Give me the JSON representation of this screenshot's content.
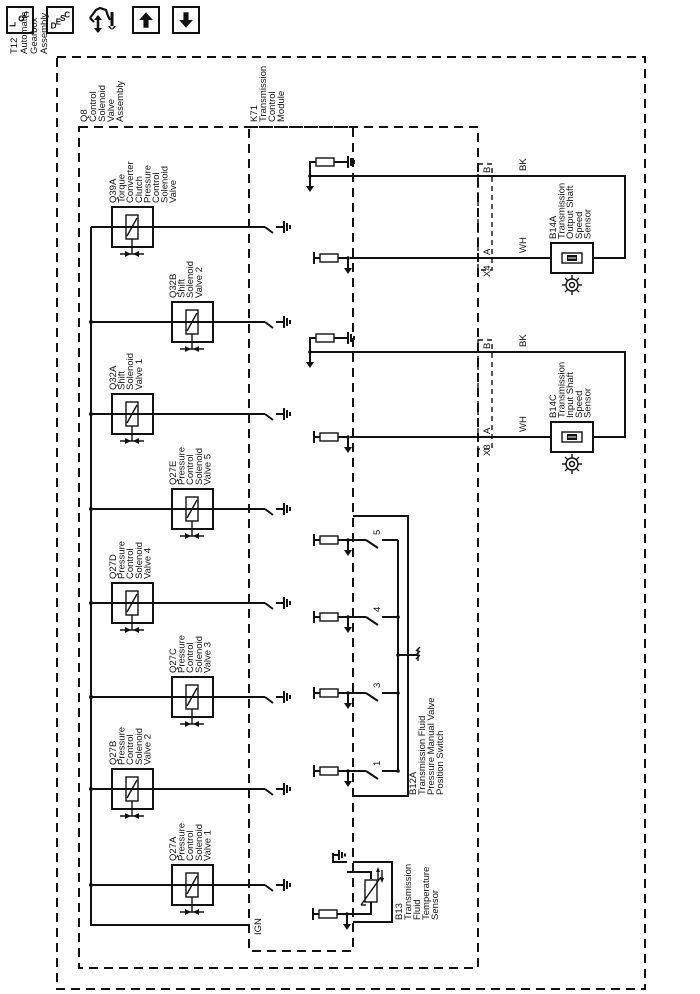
{
  "toolbar": {
    "buttons": [
      {
        "name": "loc-button",
        "label": "LOC",
        "icon": "location-icon"
      },
      {
        "name": "desc-button",
        "label": "DESC",
        "icon": "description-icon"
      },
      {
        "name": "connector-button",
        "label": "",
        "icon": "connector-wrench-icon"
      },
      {
        "name": "up-button",
        "label": "",
        "icon": "arrow-up-icon"
      },
      {
        "name": "down-button",
        "label": "",
        "icon": "arrow-down-icon"
      }
    ],
    "loc_l": "L",
    "loc_o": "O",
    "loc_c": "C",
    "desc_d": "D",
    "desc_e": "E",
    "desc_s": "S",
    "desc_c": "C"
  },
  "assemblies": {
    "t12": {
      "id": "T12",
      "lines": [
        "T12",
        "Automatic",
        "Gearbox",
        "Assembly"
      ]
    },
    "q8": {
      "id": "Q8",
      "lines": [
        "Q8",
        "Control",
        "Solenoid",
        "Valve",
        "Assembly"
      ]
    },
    "k71": {
      "id": "K71",
      "lines": [
        "K71",
        "Transmission",
        "Control",
        "Module"
      ]
    }
  },
  "solenoids": [
    {
      "id": "Q39A",
      "lines": [
        "Q39A",
        "Torque",
        "Converter",
        "Clutch",
        "Pressure",
        "Control",
        "Solenoid",
        "Valve"
      ]
    },
    {
      "id": "Q32B",
      "lines": [
        "Q32B",
        "Shift",
        "Solenoid",
        "Valve 2"
      ]
    },
    {
      "id": "Q32A",
      "lines": [
        "Q32A",
        "Shift",
        "Solenoid",
        "Valve 1"
      ]
    },
    {
      "id": "Q27E",
      "lines": [
        "Q27E",
        "Pressure",
        "Control",
        "Solenoid",
        "Valve 5"
      ]
    },
    {
      "id": "Q27D",
      "lines": [
        "Q27D",
        "Pressure",
        "Control",
        "Solenoid",
        "Valve 4"
      ]
    },
    {
      "id": "Q27C",
      "lines": [
        "Q27C",
        "Pressure",
        "Control",
        "Solenoid",
        "Valve 3"
      ]
    },
    {
      "id": "Q27B",
      "lines": [
        "Q27B",
        "Pressure",
        "Control",
        "Solenoid",
        "Valve 2"
      ]
    },
    {
      "id": "Q27A",
      "lines": [
        "Q27A",
        "Pressure",
        "Control",
        "Solenoid",
        "Valve 1"
      ]
    }
  ],
  "ign_label": "IGN",
  "sensors": [
    {
      "id": "B14A",
      "lines": [
        "B14A",
        "Transmission",
        "Output Shaft",
        "Speed",
        "Sensor"
      ],
      "connector": "X4",
      "pin_a": "A",
      "pin_b": "B",
      "wire_a": "WH",
      "wire_b": "BK"
    },
    {
      "id": "B14C",
      "lines": [
        "B14C",
        "Transmission",
        "Input Shaft",
        "Speed",
        "Sensor"
      ],
      "connector": "X3",
      "pin_a": "A",
      "pin_b": "B",
      "wire_a": "WH",
      "wire_b": "BK"
    }
  ],
  "switch": {
    "id": "B12A",
    "lines": [
      "B12A",
      "Transmission Fluid",
      "Pressure Manual Valve",
      "Position Switch"
    ],
    "positions": [
      "5",
      "4",
      "3",
      "1"
    ]
  },
  "temp_sensor": {
    "id": "B13",
    "lines": [
      "B13",
      "Transmission",
      "Fluid",
      "Temperature",
      "Sensor"
    ]
  }
}
